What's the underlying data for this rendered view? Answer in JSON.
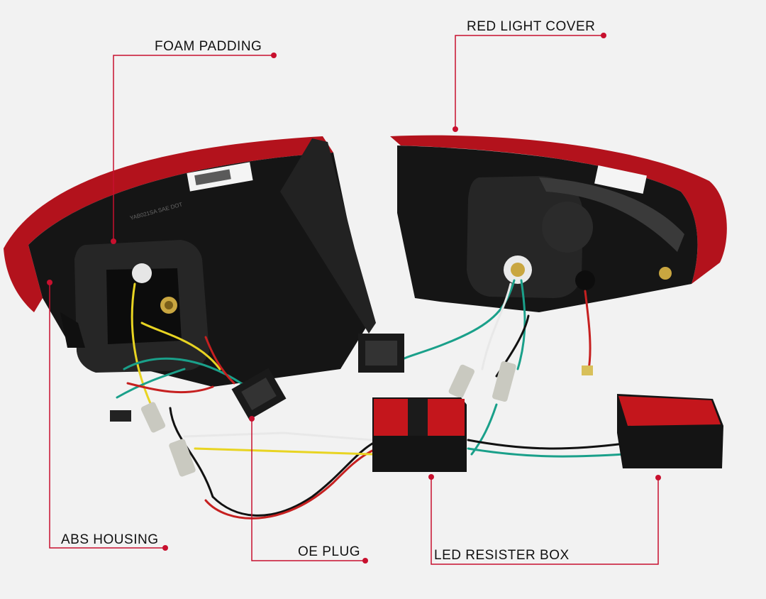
{
  "callouts": {
    "foam_padding": "FOAM PADDING",
    "red_light_cover": "RED LIGHT COVER",
    "abs_housing": "ABS HOUSING",
    "oe_plug": "OE PLUG",
    "led_resister_box": "LED RESISTER BOX"
  },
  "label_sticker": {
    "text": "YAB021SA SAE DOT"
  },
  "colors": {
    "leader_line": "#c8102e",
    "lens_red": "#b3121c",
    "housing": "#151515",
    "foam": "#1e1e1e",
    "resister_pad": "#c4161c",
    "wire_yellow": "#e8d422",
    "wire_green": "#1aa08a",
    "wire_red": "#c62020",
    "wire_black": "#111111",
    "wire_white": "#e8e8e8",
    "connector_gray": "#c9c9c0",
    "background": "#f2f2f2"
  }
}
